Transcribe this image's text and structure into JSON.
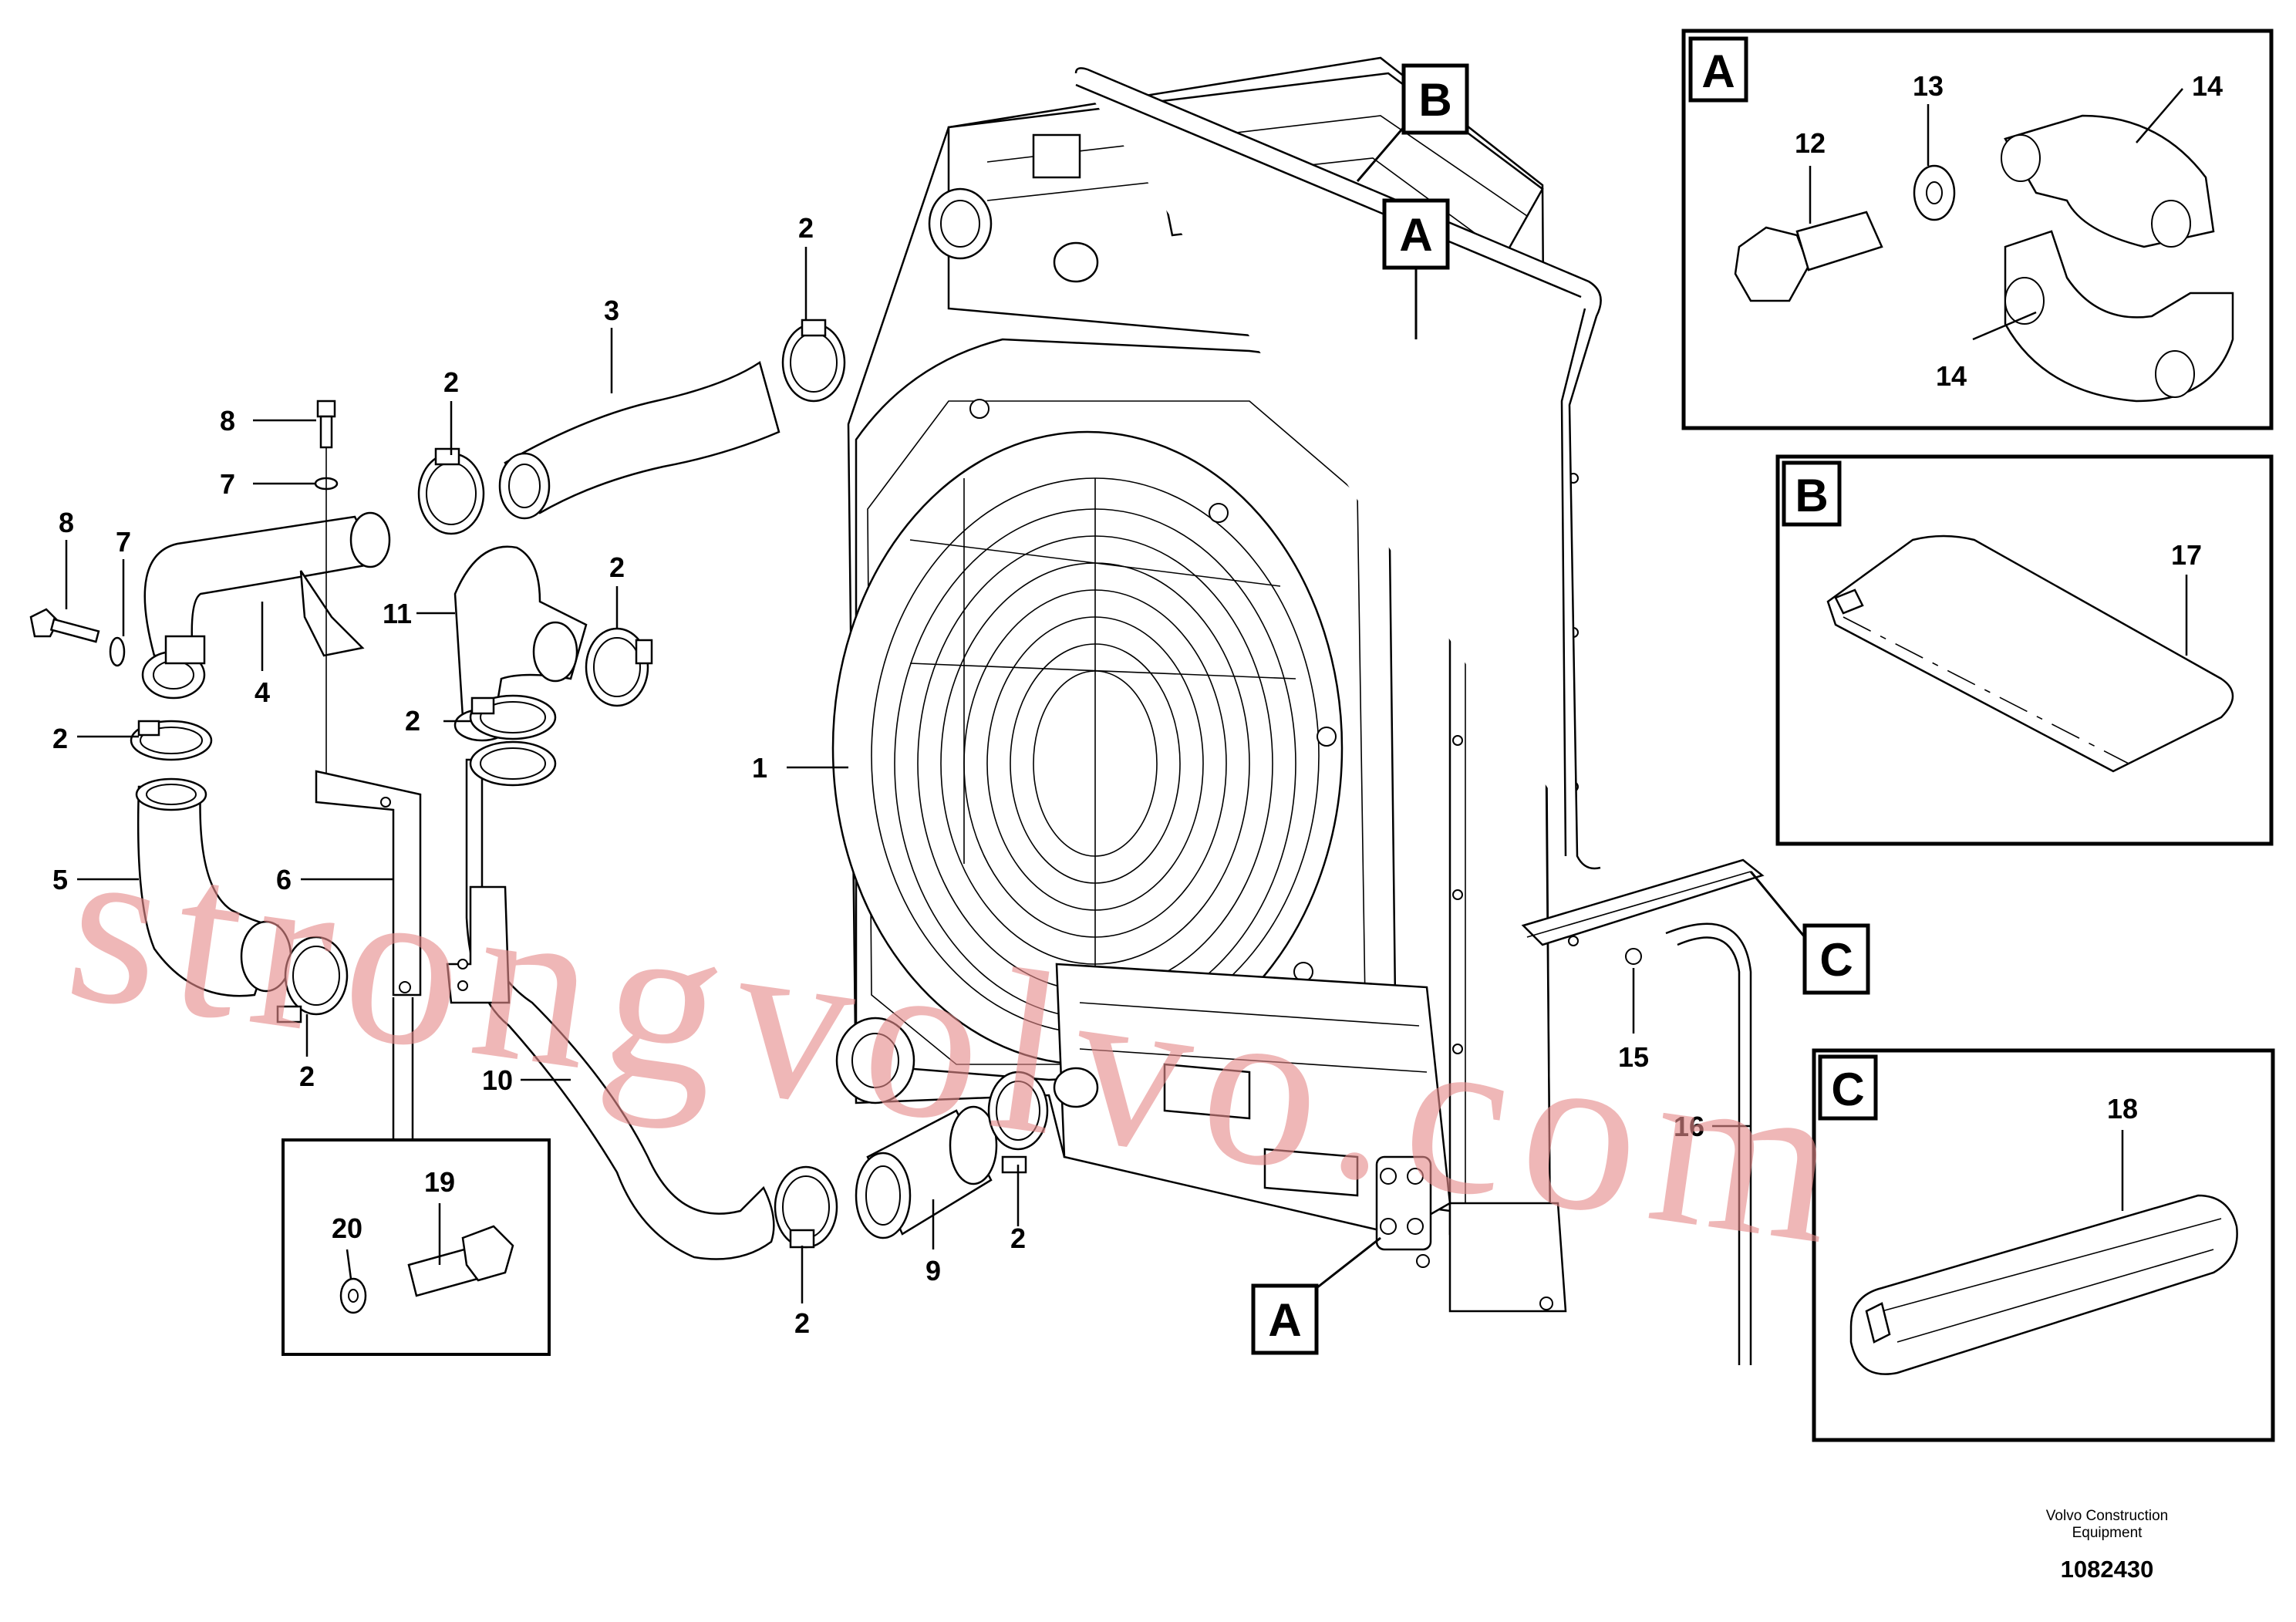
{
  "callouts": {
    "c1": "1",
    "c2a": "2",
    "c2b": "2",
    "c2c": "2",
    "c2d": "2",
    "c2e": "2",
    "c2f": "2",
    "c2g": "2",
    "c2h": "2",
    "c3": "3",
    "c4": "4",
    "c5": "5",
    "c6": "6",
    "c7a": "7",
    "c7b": "7",
    "c8a": "8",
    "c8b": "8",
    "c9": "9",
    "c10": "10",
    "c11": "11",
    "c12": "12",
    "c13": "13",
    "c14a": "14",
    "c14b": "14",
    "c15": "15",
    "c16": "16",
    "c17": "17",
    "c18": "18",
    "c19": "19",
    "c20": "20"
  },
  "view_tags": {
    "a_top": "A",
    "a_bottom": "A",
    "b": "B",
    "c": "C"
  },
  "inset_labels": {
    "a": "A",
    "b": "B",
    "c": "C"
  },
  "watermark": "strongvolvo.com",
  "footer": {
    "brand": "Volvo Construction\nEquipment",
    "drawing_number": "1082430"
  }
}
